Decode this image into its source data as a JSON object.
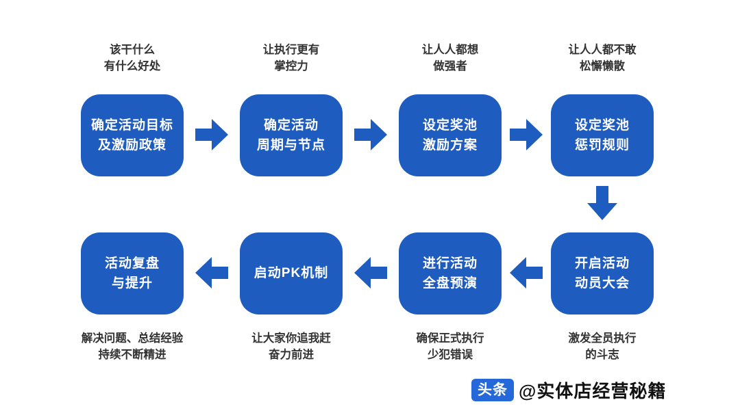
{
  "colors": {
    "box_blue": "#1f5cc0",
    "badge_blue": "#2468d9",
    "caption_text": "#333333",
    "box_text": "#ffffff",
    "background": "#ffffff"
  },
  "flow": {
    "top_row": [
      {
        "caption": "该干什么\n有什么好处",
        "title": "确定活动目标\n及激励政策"
      },
      {
        "caption": "让执行更有\n掌控力",
        "title": "确定活动\n周期与节点"
      },
      {
        "caption": "让人人都想\n做强者",
        "title": "设定奖池\n激励方案"
      },
      {
        "caption": "让人人都不敢\n松懈懒散",
        "title": "设定奖池\n惩罚规则"
      }
    ],
    "bottom_row": [
      {
        "title": "开启活动\n动员大会",
        "caption": "激发全员执行\n的斗志"
      },
      {
        "title": "进行活动\n全盘预演",
        "caption": "确保正式执行\n少犯错误"
      },
      {
        "title": "启动PK机制",
        "caption": "让大家你追我赶\n奋力前进"
      },
      {
        "title": "活动复盘\n与提升",
        "caption": "解决问题、总结经验\n持续不断精进"
      }
    ]
  },
  "footer": {
    "badge": "头条",
    "handle": "@实体店经营秘籍"
  }
}
